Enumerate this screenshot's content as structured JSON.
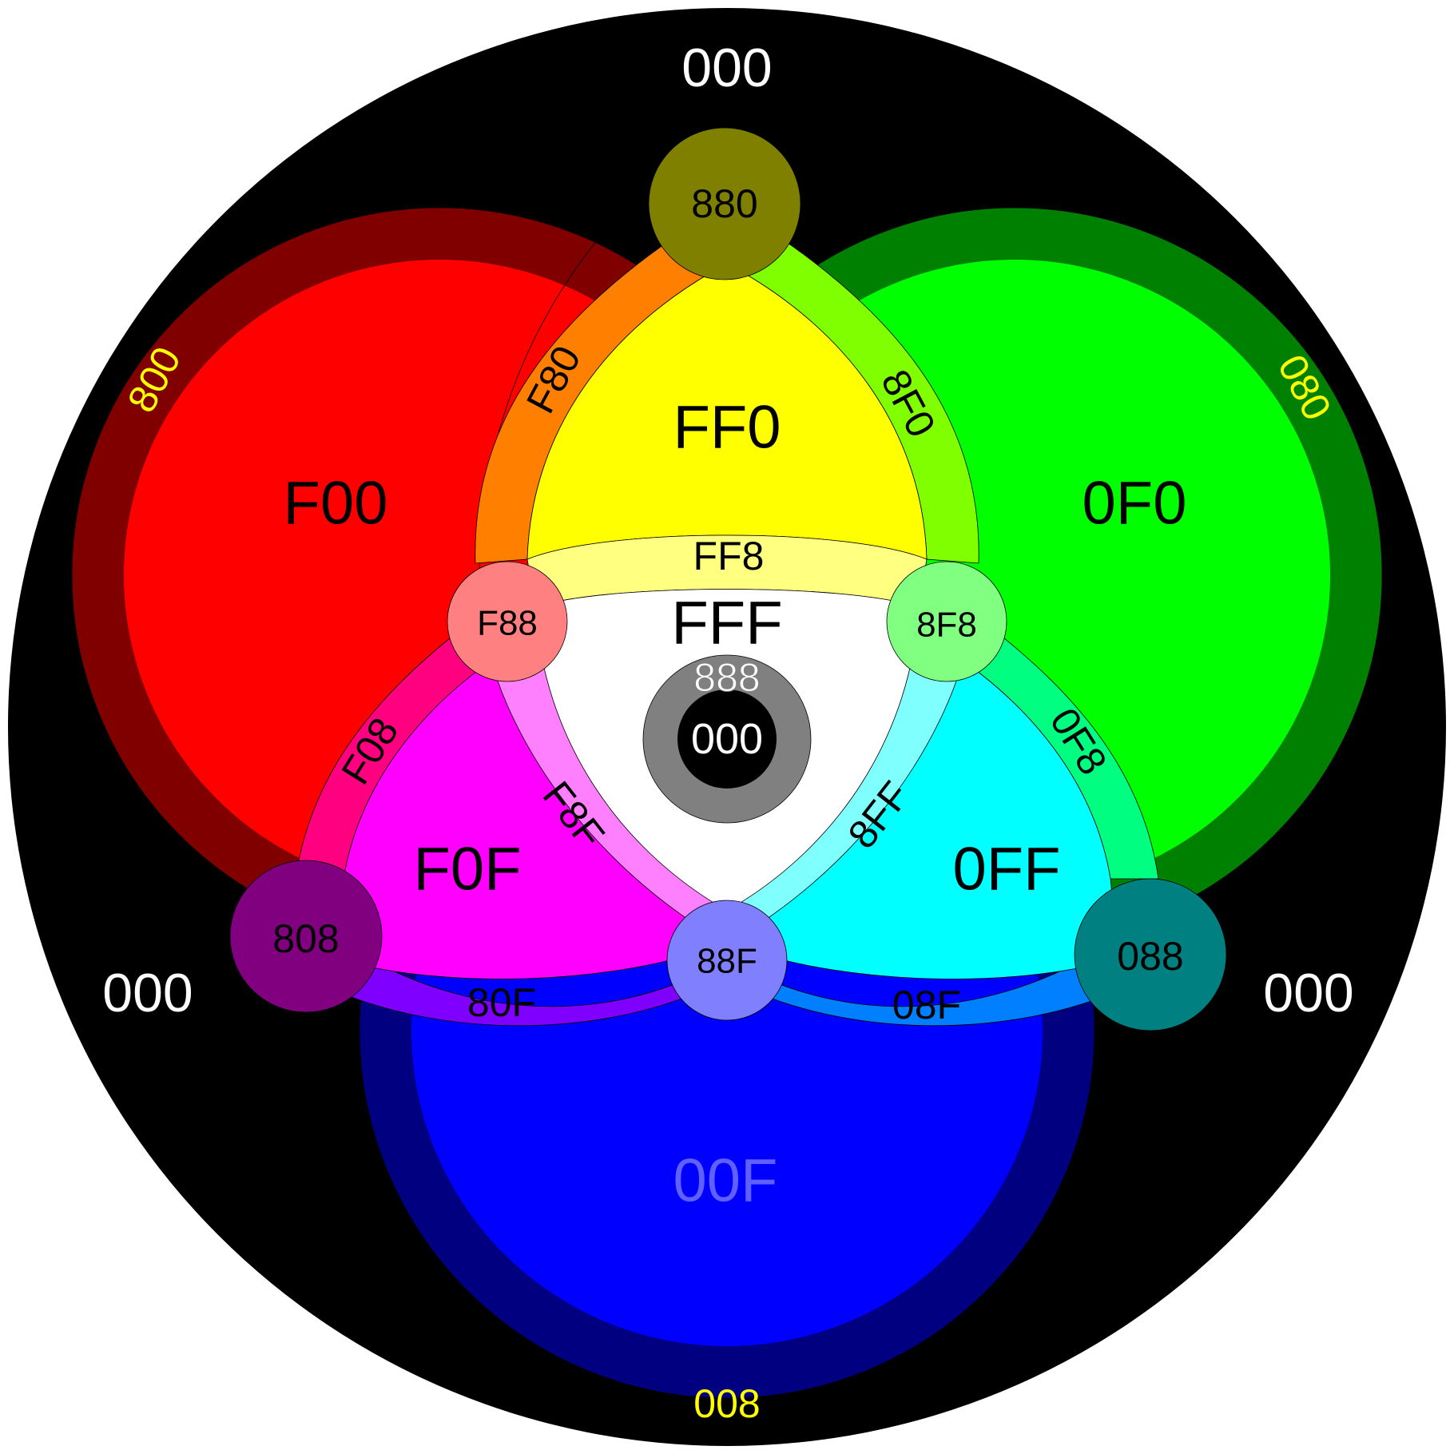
{
  "colors": {
    "background": "#000000",
    "red": "#FF0000",
    "dark_red": "#800000",
    "green": "#00FF00",
    "dark_green": "#008000",
    "blue": "#0000FF",
    "dark_blue": "#000080",
    "yellow": "#FFFF00",
    "magenta": "#FF00FF",
    "cyan": "#00FFFF",
    "white": "#FFFFFF",
    "orange": "#FF8000",
    "chartreuse": "#80FF00",
    "spring": "#00FF80",
    "azure": "#0080FF",
    "violet": "#8000FF",
    "rose": "#FF0080",
    "light_yellow": "#FFFF80",
    "light_magenta": "#FF80FF",
    "light_cyan": "#80FFFF",
    "olive": "#808000",
    "purple": "#800080",
    "teal": "#008080",
    "pink": "#FF8080",
    "light_green": "#80FF80",
    "light_blue": "#8080FF",
    "gray": "#808080",
    "ring_label_yellow": "#FFFF00",
    "blue_label": "#6060FF"
  },
  "labels": {
    "outer_top": "000",
    "outer_left": "000",
    "outer_right": "000",
    "dark_red": "800",
    "dark_green": "080",
    "dark_blue": "008",
    "red": "F00",
    "green": "0F0",
    "blue": "00F",
    "yellow": "FF0",
    "magenta": "F0F",
    "cyan": "0FF",
    "white": "FFF",
    "orange": "F80",
    "chartreuse": "8F0",
    "rose": "F08",
    "spring": "0F8",
    "violet": "80F",
    "azure": "08F",
    "light_yellow": "FF8",
    "light_magenta": "F8F",
    "light_cyan": "8FF",
    "olive": "880",
    "purple": "808",
    "teal": "088",
    "pink": "F88",
    "light_green": "8F8",
    "light_blue": "88F",
    "gray": "888",
    "center_black": "000"
  }
}
